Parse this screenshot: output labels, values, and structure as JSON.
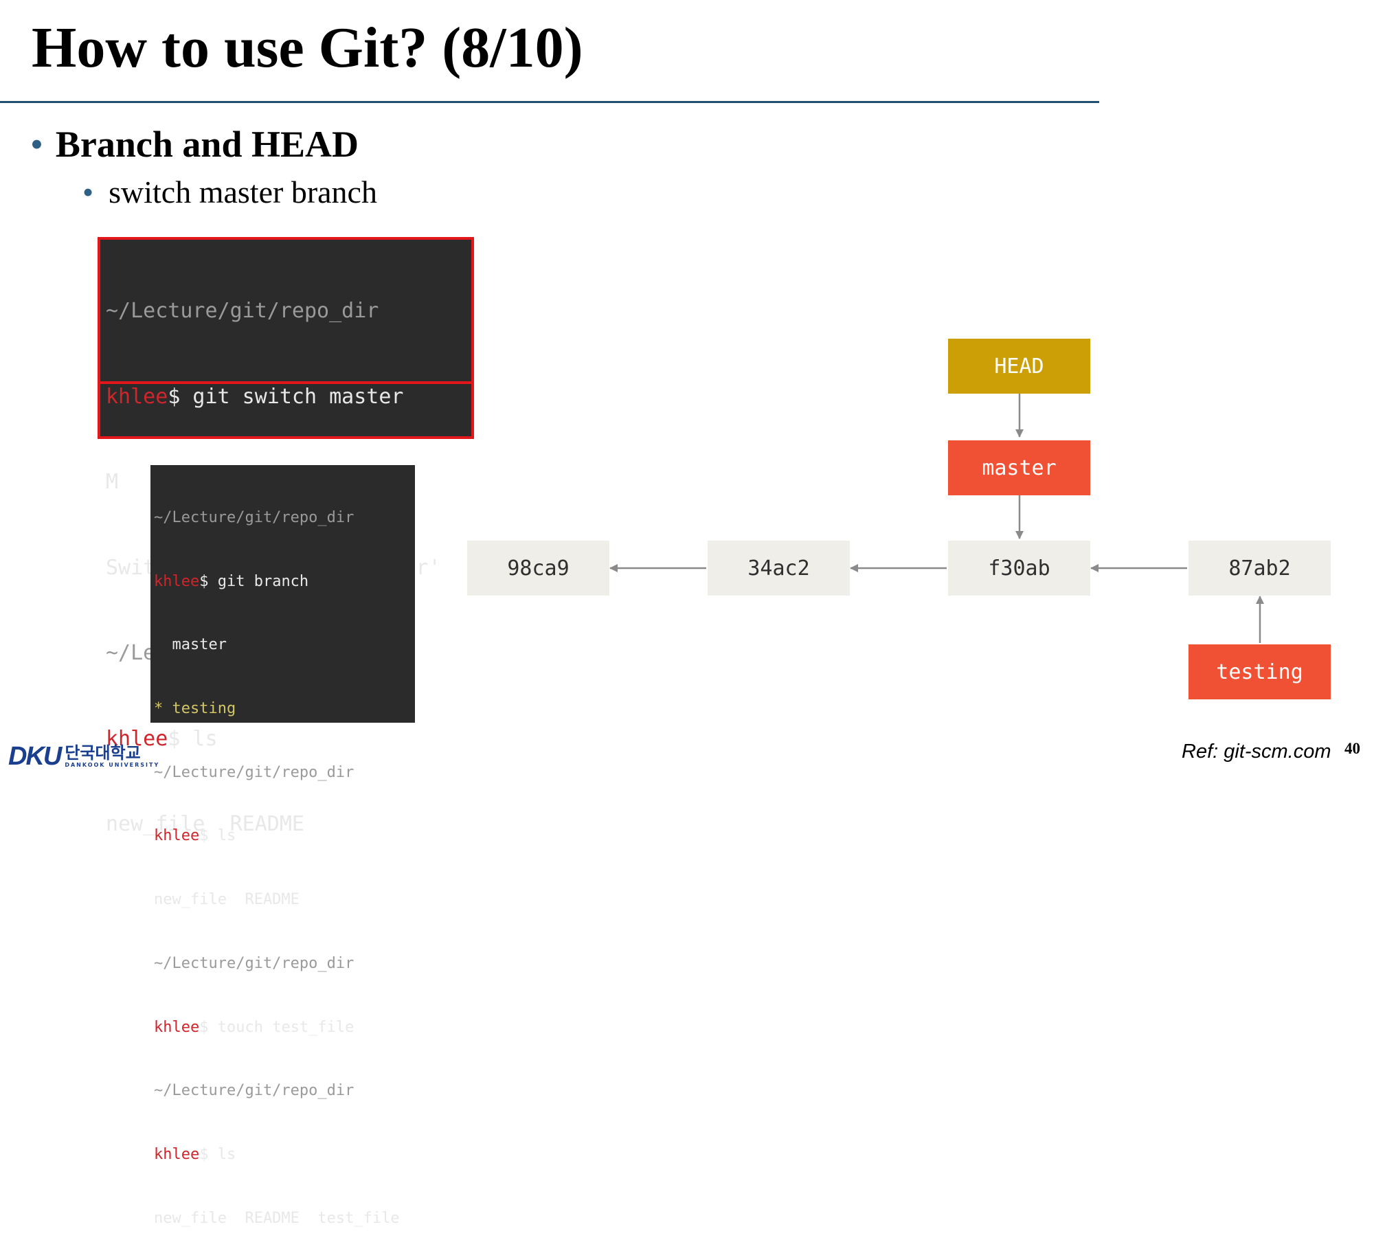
{
  "slide": {
    "title": "How to use Git? (8/10)",
    "bullet_main": "Branch and HEAD",
    "bullet_sub": "switch master branch",
    "bullet_char": "•",
    "reference": "Ref: git-scm.com",
    "page_number": "40"
  },
  "terminal_top": {
    "line1": "~/Lecture/git/repo_dir",
    "line2_user": "khlee",
    "line2_cmd": "$ git switch master",
    "line3": "M       README",
    "line4": "Switched to branch 'master'",
    "line5": "~/Lecture/git/repo_dir",
    "line6_user": "khlee",
    "line6_cmd": "$ ls",
    "line7": "new_file  README"
  },
  "terminal_bottom": {
    "l1": "~/Lecture/git/repo_dir",
    "l2_user": "khlee",
    "l2_cmd": "$ git branch",
    "l3": "  master",
    "l4": "* testing",
    "l5": "~/Lecture/git/repo_dir",
    "l6_user": "khlee",
    "l6_cmd": "$ ls",
    "l7": "new_file  README",
    "l8": "~/Lecture/git/repo_dir",
    "l9_user": "khlee",
    "l9_cmd": "$ touch test_file",
    "l10": "~/Lecture/git/repo_dir",
    "l11_user": "khlee",
    "l11_cmd": "$ ls",
    "l12": "new_file  README  test_file"
  },
  "diagram": {
    "head": "HEAD",
    "branch_master": "master",
    "branch_testing": "testing",
    "commits": [
      "98ca9",
      "34ac2",
      "f30ab",
      "87ab2"
    ],
    "colors": {
      "commit": "#efeee9",
      "branch": "#f05033",
      "head": "#cd9f06",
      "arrow": "#8a8a8a"
    }
  },
  "logo": {
    "mark": "DKU",
    "name_ko": "단국대학교",
    "name_en": "DANKOOK UNIVERSITY"
  }
}
